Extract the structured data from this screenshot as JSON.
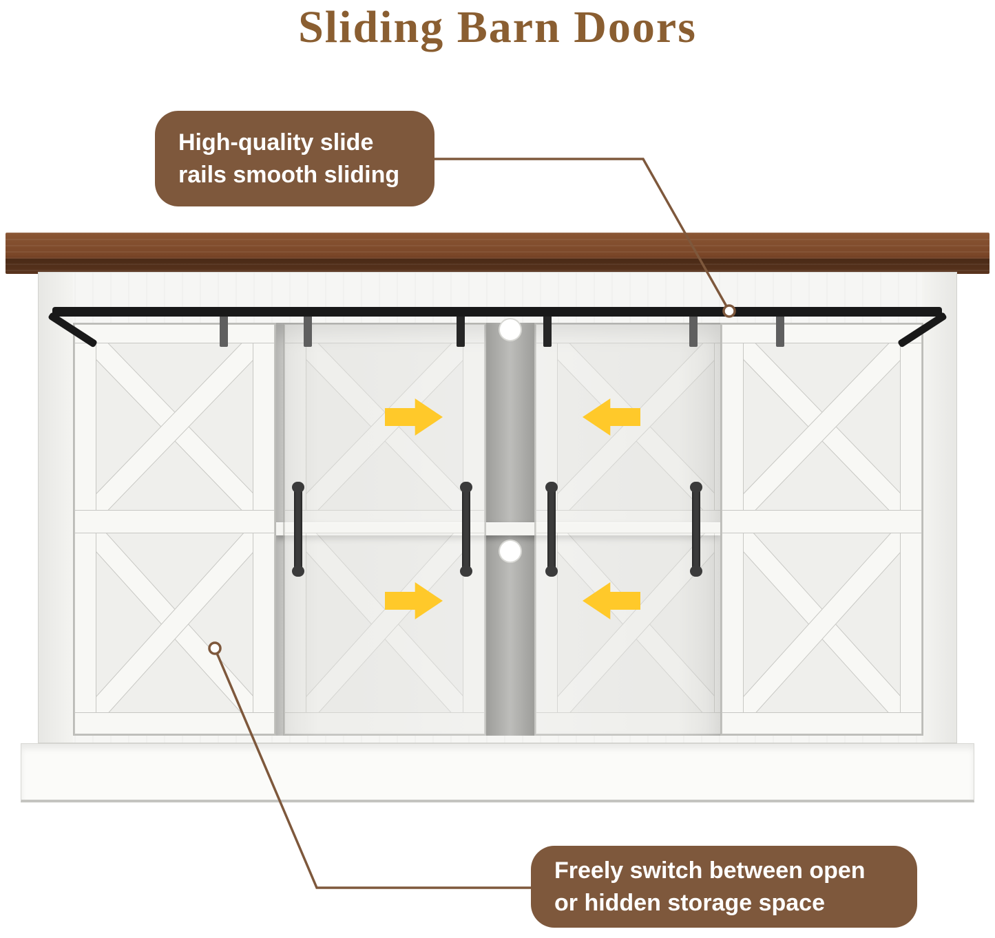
{
  "page": {
    "title": "Sliding Barn Doors"
  },
  "callouts": {
    "top": {
      "line1": "High-quality slide",
      "line2": "rails smooth sliding"
    },
    "bottom": {
      "line1": "Freely switch between open",
      "line2": "or hidden storage space"
    }
  },
  "product": {
    "description": "Farmhouse TV stand with two sliding barn doors, black slide rail, wood top, middle shelf, center divider and cable holes",
    "doors": [
      "left barn door",
      "right barn door"
    ],
    "slide_direction_icons": [
      "arrow-right-icon",
      "arrow-right-icon",
      "arrow-left-icon",
      "arrow-left-icon"
    ]
  },
  "colors": {
    "title_brown": "#8a5e31",
    "bubble_brown": "#7e583c",
    "arrow_yellow": "#ffc92a",
    "rail_black": "#191919",
    "wood_top_brown": "#7a4628",
    "cabinet_white": "#f6f6f4"
  }
}
